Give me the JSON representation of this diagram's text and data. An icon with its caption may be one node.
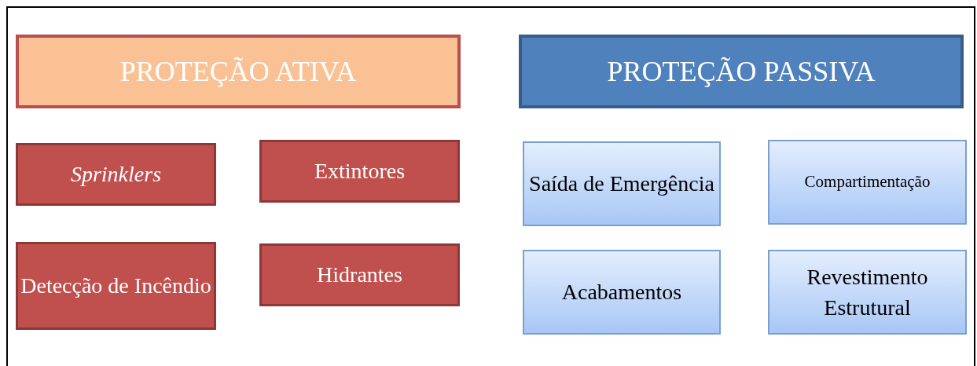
{
  "diagram": {
    "nodes": [
      {
        "text": [
          "PROTEÇÃO ATIVA"
        ]
      },
      {
        "text": [
          "PROTEÇÃO PASSIVA"
        ]
      },
      {
        "text": [
          "Sprinklers"
        ]
      },
      {
        "text": [
          "Extintores"
        ]
      },
      {
        "text": [
          "Saída de Emergência"
        ]
      },
      {
        "text": [
          "Compartimentação"
        ]
      },
      {
        "text": [
          "Detecção de Incêndio"
        ]
      },
      {
        "text": [
          "Hidrantes"
        ]
      },
      {
        "text": [
          "Acabamentos"
        ]
      },
      {
        "text": [
          "Revestimento Estrutural"
        ]
      }
    ]
  }
}
